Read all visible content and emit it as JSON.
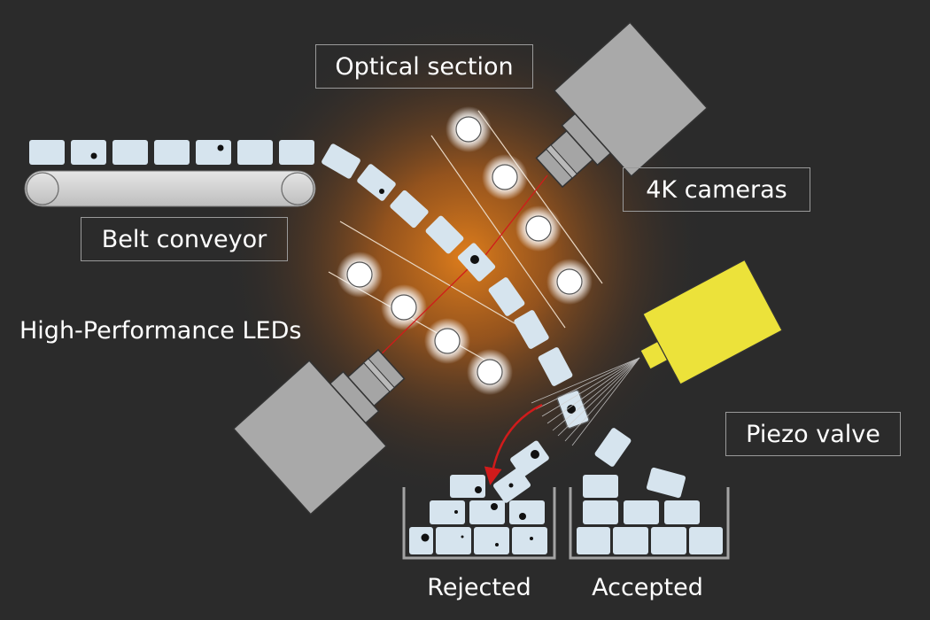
{
  "labels": {
    "optical_section": "Optical section",
    "cameras": "4K cameras",
    "belt_conveyor": "Belt conveyor",
    "leds": "High-Performance LEDs",
    "piezo_valve": "Piezo valve",
    "rejected": "Rejected",
    "accepted": "Accepted"
  },
  "colors": {
    "background": "#2b2b2b",
    "glow": "#d97a1e",
    "product": "#d6e4ee",
    "camera": "#a9a9a9",
    "piezo_valve": "#ece23a",
    "laser": "#d01b1b",
    "led": "#ffffff"
  }
}
